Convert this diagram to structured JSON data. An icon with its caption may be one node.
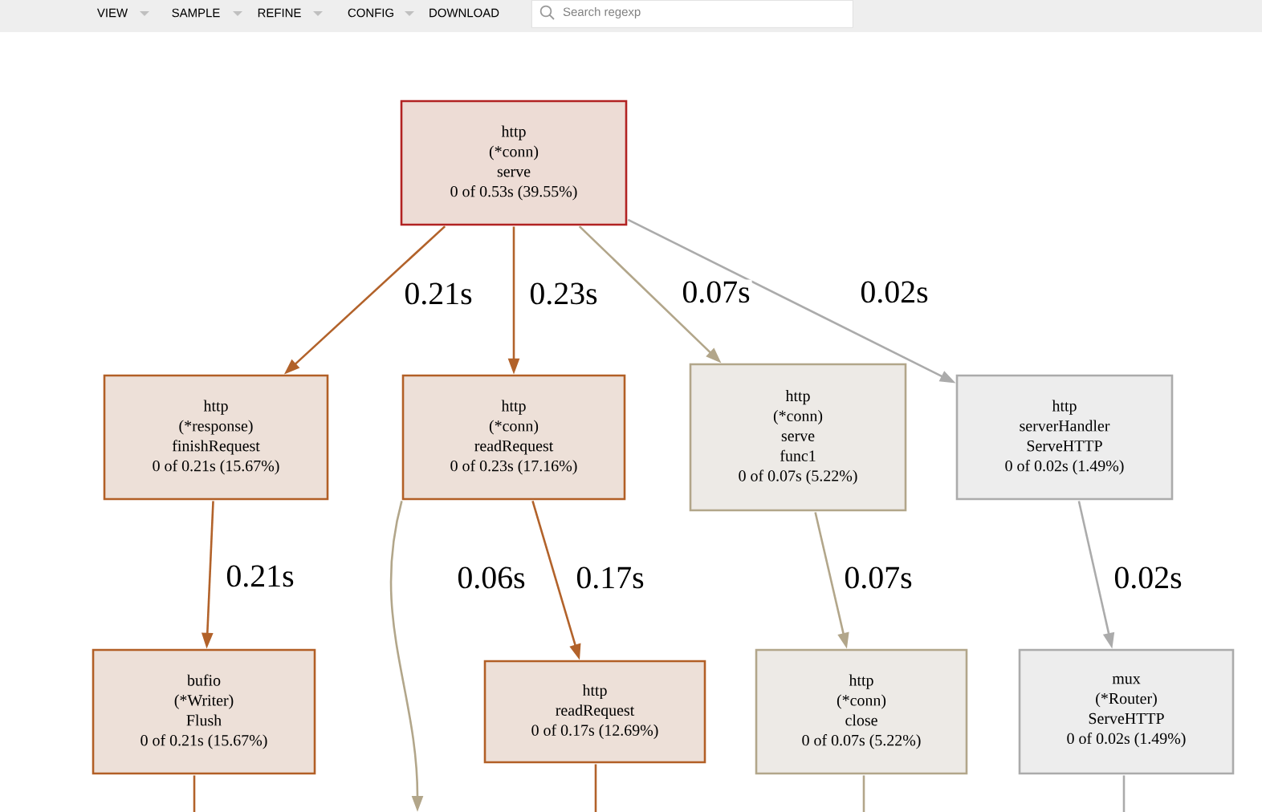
{
  "diagram": {
    "nodes": [
      {
        "text": [
          "http",
          "(*conn)",
          "serve",
          "0 of 0.53s (39.55%)"
        ]
      },
      {
        "text": [
          "http",
          "(*response)",
          "finishRequest",
          "0 of 0.21s (15.67%)"
        ]
      },
      {
        "text": [
          "http",
          "(*conn)",
          "readRequest",
          "0 of 0.23s (17.16%)"
        ]
      },
      {
        "text": [
          "http",
          "(*conn)",
          "serve",
          "func1",
          "0 of 0.07s (5.22%)"
        ]
      },
      {
        "text": [
          "http",
          "serverHandler",
          "ServeHTTP",
          "0 of 0.02s (1.49%)"
        ]
      },
      {
        "text": [
          "bufio",
          "(*Writer)",
          "Flush",
          "0 of 0.21s (15.67%)"
        ]
      },
      {
        "text": [
          "http",
          "readRequest",
          "0 of 0.17s (12.69%)"
        ]
      },
      {
        "text": [
          "http",
          "(*conn)",
          "close",
          "0 of 0.07s (5.22%)"
        ]
      },
      {
        "text": [
          "mux",
          "(*Router)",
          "ServeHTTP",
          "0 of 0.02s (1.49%)"
        ]
      }
    ],
    "edges": [
      {
        "from": 0,
        "to": 1,
        "arrow": "to",
        "label": "0.21s"
      },
      {
        "from": 0,
        "to": 2,
        "arrow": "to",
        "label": "0.23s"
      },
      {
        "from": 0,
        "to": 3,
        "arrow": "to",
        "label": "0.07s",
        "color": "#b2a68a"
      },
      {
        "from": 0,
        "to": 4,
        "arrow": "to",
        "label": "0.02s",
        "color": "#ababab"
      },
      {
        "from": 1,
        "to": 5,
        "arrow": "to",
        "label": "0.21s"
      },
      {
        "from": 2,
        "to": null,
        "arrow": "to",
        "label": "0.06s",
        "color": "#b2a68a"
      },
      {
        "from": 2,
        "to": 6,
        "arrow": "to",
        "label": "0.17s"
      },
      {
        "from": 3,
        "to": 7,
        "arrow": "to",
        "label": "0.07s",
        "color": "#b2a68a"
      },
      {
        "from": 4,
        "to": 8,
        "arrow": "to",
        "label": "0.02s",
        "color": "#ababab"
      },
      {
        "from": 5,
        "to": null,
        "arrow": "none"
      },
      {
        "from": 6,
        "to": null,
        "arrow": "none"
      },
      {
        "from": 7,
        "to": null,
        "arrow": "none",
        "color": "#b2a68a"
      },
      {
        "from": 8,
        "to": null,
        "arrow": "none",
        "color": "#ababab"
      }
    ],
    "labels": [
      "VIEW",
      "SAMPLE",
      "REFINE",
      "CONFIG",
      "DOWNLOAD",
      "Search regexp"
    ]
  }
}
